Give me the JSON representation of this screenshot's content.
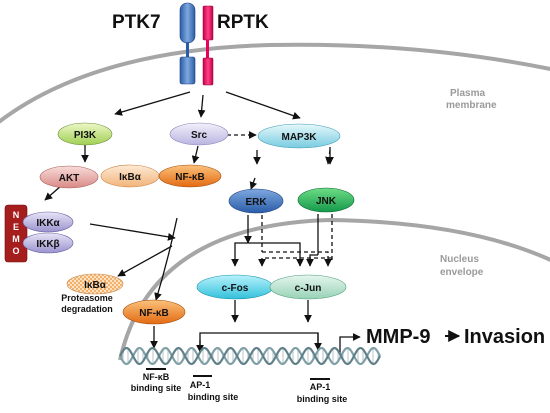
{
  "receptors": {
    "left": "PTK7",
    "right": "RPTK"
  },
  "compartments": {
    "plasma_line1": "Plasma",
    "plasma_line2": "membrane",
    "nucleus_line1": "Nucleus",
    "nucleus_line2": "envelope"
  },
  "nodes": {
    "pi3k": "PI3K",
    "src": "Src",
    "map3k": "MAP3K",
    "akt": "AKT",
    "ikba_cyto": "IκBα",
    "nfkb_cyto": "NF-κB",
    "erk": "ERK",
    "jnk": "JNK",
    "nemo": "NEMO",
    "ikka": "IKKα",
    "ikkb": "IKKβ",
    "ikba_degraded": "IκBα",
    "proteasome_line1": "Proteasome",
    "proteasome_line2": "degradation",
    "nfkb_nuc": "NF-κB",
    "cfos": "c-Fos",
    "cjun": "c-Jun"
  },
  "outcome": {
    "mmp9": "MMP-9",
    "invasion": "Invasion"
  },
  "binding_sites": {
    "nfkb_line1": "NF-κB",
    "nfkb_line2": "binding site",
    "ap1a_line1": "AP-1",
    "ap1a_line2": "binding site",
    "ap1b_line1": "AP-1",
    "ap1b_line2": "binding site"
  }
}
